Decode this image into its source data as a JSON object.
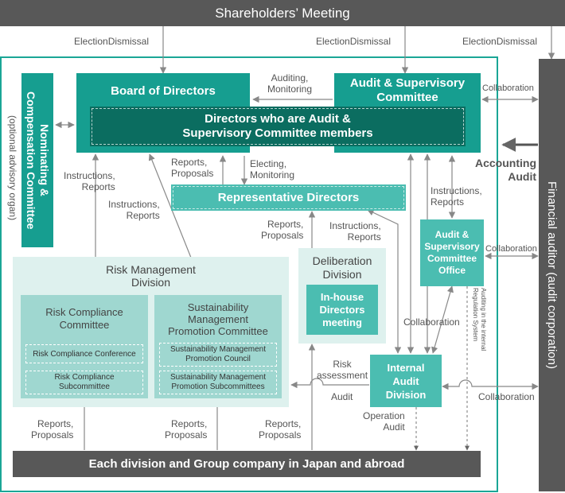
{
  "top_bar": "Shareholders’ Meeting",
  "election_dismissal": "ElectionDismissal",
  "board_of_directors": "Board of Directors",
  "audit_committee": "Audit & Supervisory\nCommittee",
  "directors_audit_members": "Directors who are Audit &\nSupervisory Committee members",
  "nominating_committee": "Nominating &\nCompensation Committee",
  "nominating_note": "(optional advisory organ)",
  "representative_directors": "Representative Directors",
  "auditing_monitoring": "Auditing,\nMonitoring",
  "electing_monitoring": "Electing,\nMonitoring",
  "instructions_reports": "Instructions,\nReports",
  "reports_proposals": "Reports,\nProposals",
  "collaboration": "Collaboration",
  "accounting_audit": "Accounting\nAudit",
  "financial_auditor": "Financial auditor (audit corporation)",
  "risk_management_division": "Risk Management\nDivision",
  "risk_compliance_committee": "Risk Compliance\nCommittee",
  "risk_compliance_conference": "Risk Compliance Conference",
  "risk_compliance_subcommittee": "Risk Compliance\nSubcommittee",
  "sustainability_committee": "Sustainability\nManagement\nPromotion Committee",
  "sustainability_council": "Sustainability Management\nPromotion Council",
  "sustainability_subcommittees": "Sustainability Management\nPromotion Subcommittees",
  "deliberation_division": "Deliberation\nDivision",
  "inhouse_directors_meeting": "In-house\nDirectors\nmeeting",
  "audit_committee_office": "Audit &\nSupervisory\nCommittee\nOffice",
  "internal_audit_division": "Internal\nAudit\nDivision",
  "risk_assessment": "Risk\nassessment",
  "audit": "Audit",
  "operation_audit": "Operation\nAudit",
  "auditing_internal_regulation": "Auditing in the internal\nRegulation System",
  "bottom_bar": "Each division and Group company in Japan and abroad"
}
